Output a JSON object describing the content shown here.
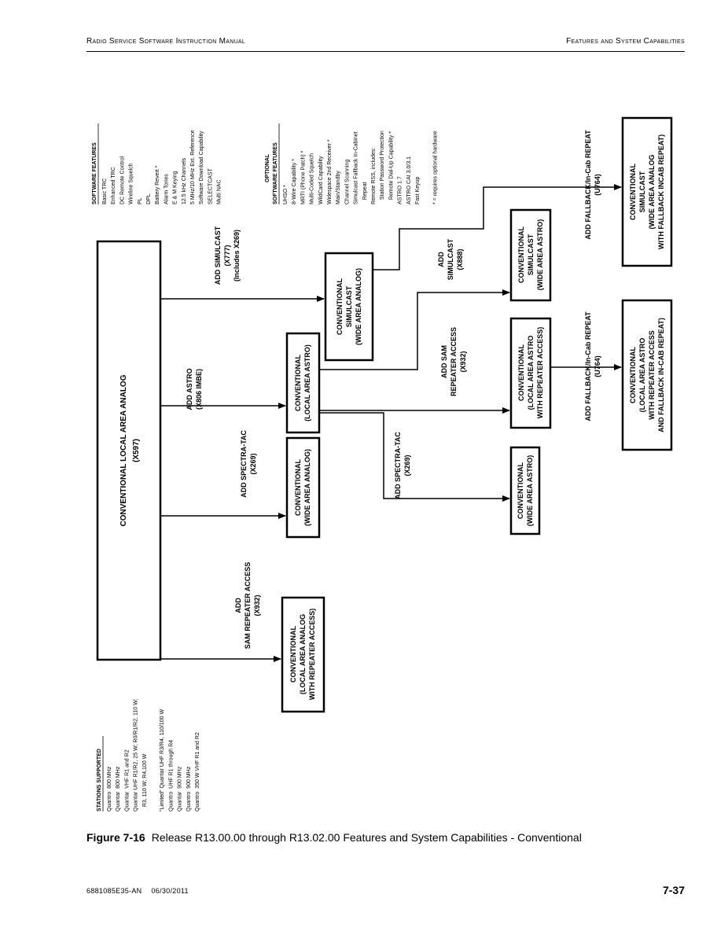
{
  "header": {
    "left": "Radio Service Software Instruction Manual",
    "right": "Features and System Capabilities"
  },
  "diagram": {
    "main_box": [
      "CONVENTIONAL LOCAL AREA ANALOG",
      "(X597)"
    ],
    "boxes": {
      "wide_area_analog": [
        "CONVENTIONAL",
        "(WIDE AREA ANALOG)"
      ],
      "local_area_astro": [
        "CONVENTIONAL",
        "(LOCAL AREA ASTRO)"
      ],
      "local_area_analog_repeater": [
        "CONVENTIONAL",
        "(LOCAL AREA ANALOG",
        "WITH REPEATER ACCESS)"
      ],
      "simulcast_wide_analog": [
        "CONVENTIONAL",
        "SIMULCAST",
        "(WIDE AREA ANALOG)"
      ],
      "simulcast_wide_astro": [
        "CONVENTIONAL",
        "SIMULCAST",
        "(WIDE AREA ASTRO)"
      ],
      "local_astro_repeater": [
        "CONVENTIONAL",
        "(LOCAL AREA ASTRO",
        "WITH REPEATER ACCESS)"
      ],
      "wide_area_astro": [
        "CONVENTIONAL",
        "(WIDE AREA ASTRO)"
      ],
      "simulcast_fallback": [
        "CONVENTIONAL",
        "SIMULCAST",
        "(WIDE AREA ANALOG",
        "WITH FALLBACK INCAB REPEAT)"
      ],
      "local_astro_repeater_fallback": [
        "CONVENTIONAL",
        "(LOCAL AREA ASTRO",
        "WITH REPEATER ACCESS",
        "AND FALLBACK IN-CAB REPEAT)"
      ]
    },
    "labels": {
      "add_sam_main": [
        "ADD",
        "SAM REPEATER ACCESS",
        "(X932)"
      ],
      "add_spectra_main": [
        "ADD SPECTRA-TAC",
        "(X269)"
      ],
      "add_astro": [
        "ADD ASTRO",
        "(X806 IMBE)"
      ],
      "add_simulcast": [
        "ADD   SIMULCAST",
        "(X777)",
        "(Includes X269)"
      ],
      "add_spectra_astro": [
        "ADD SPECTRA-TAC",
        "(X269)"
      ],
      "add_sam_astro": [
        "ADD SAM",
        "REPEATER ACCESS",
        "(X932)"
      ],
      "add_simulcast_astro": [
        "ADD",
        "SIMULCAST",
        "(X888)"
      ],
      "add_fallback_1": [
        "ADD FALLBACK/In-Cab REPEAT",
        "(U764)"
      ],
      "add_fallback_2": [
        "ADD FALLBACK/In-Cab REPEAT",
        "(U764)"
      ]
    },
    "software_features": {
      "title": "SOFTWARE FEATURES",
      "items": [
        "Basic TRC",
        "Enhanced TRC",
        "DC Remote Control",
        "Wireline Squelch",
        "PL",
        "DPL",
        "Battery Revert *",
        "Alarm Tones",
        "E & M Keying",
        "12.5 kHz Channels",
        "5 MHz/10 MHz Ext. Reference",
        "Software Download Capability",
        "SELECTCAST",
        "Multi NAC"
      ]
    },
    "optional_features": {
      "title": [
        "OPTIONAL",
        "SOFTWARE FEATURES"
      ],
      "items": [
        "UHSO *",
        "8-Wire Capability *",
        "MRTI (Phone Patch) *",
        "Multi-Coded Squelch",
        "WildCard Capability",
        "Widespace 2nd Receiver *",
        "Main/Standby",
        "Channel Scanning",
        "Simulcast Fallback In-Cabinet",
        "   Repeat",
        "Remote RSS, includes:",
        "   Station Password Protection",
        "   Remote Dial-Up Capability *",
        "ASTRO 1.7",
        "ASTRO CAI 3.0/3.1",
        "Fast Keyup",
        "",
        "* = requires optional hardware"
      ]
    },
    "stations_supported": {
      "title": "STATIONS SUPPORTED",
      "items": [
        "Quantro  800 MHz",
        "Quantar  800 MHz",
        "Quantar  VHF R1 and R2",
        "Quantar UHF R1/R2, 25 W; R0/R1/R2, 110 W;",
        "   R3, 110 W; R4,100 W",
        "",
        "\"Limited\" Quantar UHF R3/R4, 110/100 W",
        "Quantro  UHF R1 through R4",
        "Quantar  900 MHz",
        "Quantro  900 MHz",
        "Quantro  350 W VHF R1 and R2"
      ]
    }
  },
  "caption": {
    "label": "Figure 7-16",
    "text": "Release R13.00.00 through R13.02.00 Features and System Capabilities - Conventional"
  },
  "footer": {
    "doc_number": "6881085E35-AN",
    "date": "06/30/2011",
    "page": "7-37"
  }
}
